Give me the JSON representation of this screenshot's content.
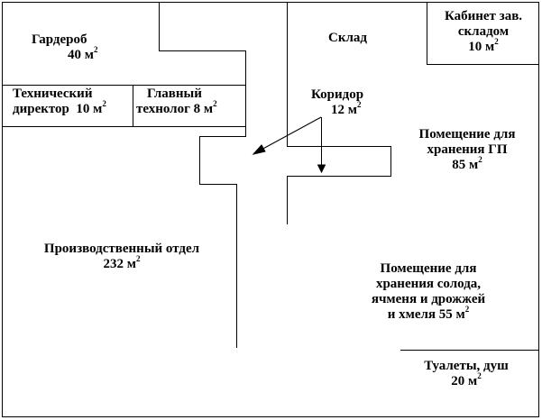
{
  "rooms": {
    "wardrobe": {
      "name": "Гардероб",
      "area": "40",
      "unit": "м",
      "exp": "2"
    },
    "warehouse": {
      "name": "Склад"
    },
    "store_head": {
      "line1": "Кабинет зав.",
      "line2": "складом",
      "area": "10",
      "unit": "м",
      "exp": "2"
    },
    "tech_dir": {
      "line1": "Технический",
      "line2": "директор",
      "area": "10",
      "unit": "м",
      "exp": "2"
    },
    "chief_tech": {
      "line1": "Главный",
      "line2": "технолог",
      "area": "8",
      "unit": "м",
      "exp": "2"
    },
    "corridor": {
      "name": "Коридор",
      "area": "12",
      "unit": "м",
      "exp": "2"
    },
    "gp_storage": {
      "line1": "Помещение для",
      "line2": "хранения ГП",
      "area": "85",
      "unit": "м",
      "exp": "2"
    },
    "production": {
      "name": "Производственный отдел",
      "area": "232",
      "unit": "м",
      "exp": "2"
    },
    "malt_storage": {
      "line1": "Помещение для",
      "line2": "хранения солода,",
      "line3": "ячменя и дрожжей",
      "line4": "и хмеля",
      "area": "55",
      "unit": "м",
      "exp": "2"
    },
    "toilets": {
      "name": "Туалеты, душ",
      "area": "20",
      "unit": "м",
      "exp": "2"
    }
  },
  "colors": {
    "line": "#000000",
    "background": "#ffffff"
  }
}
